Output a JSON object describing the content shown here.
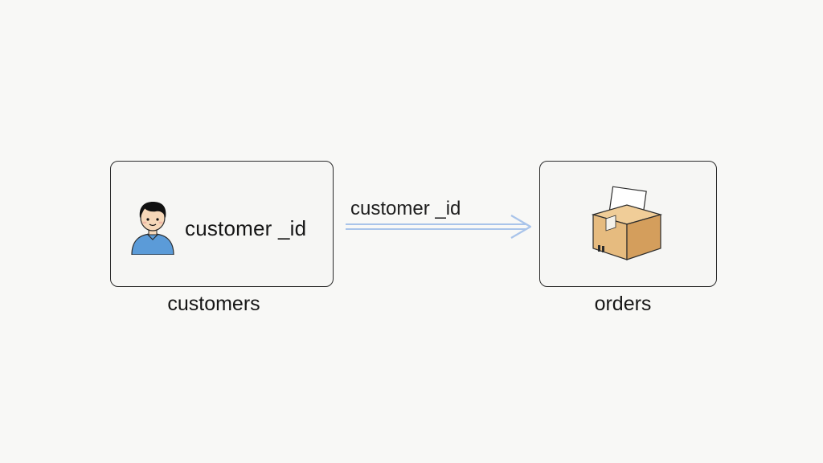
{
  "entities": {
    "customers": {
      "name": "customers",
      "field": "customer _id",
      "icon": "person-icon"
    },
    "orders": {
      "name": "orders",
      "icon": "package-box-icon"
    }
  },
  "relationship": {
    "label": "customer _id",
    "from": "customers",
    "to": "orders",
    "arrow_color": "#a9c4ea"
  },
  "colors": {
    "background": "#f8f8f6",
    "box_border": "#2b2b2b",
    "person_shirt": "#5b9bd8",
    "box_cardboard": "#e6bb7f"
  }
}
